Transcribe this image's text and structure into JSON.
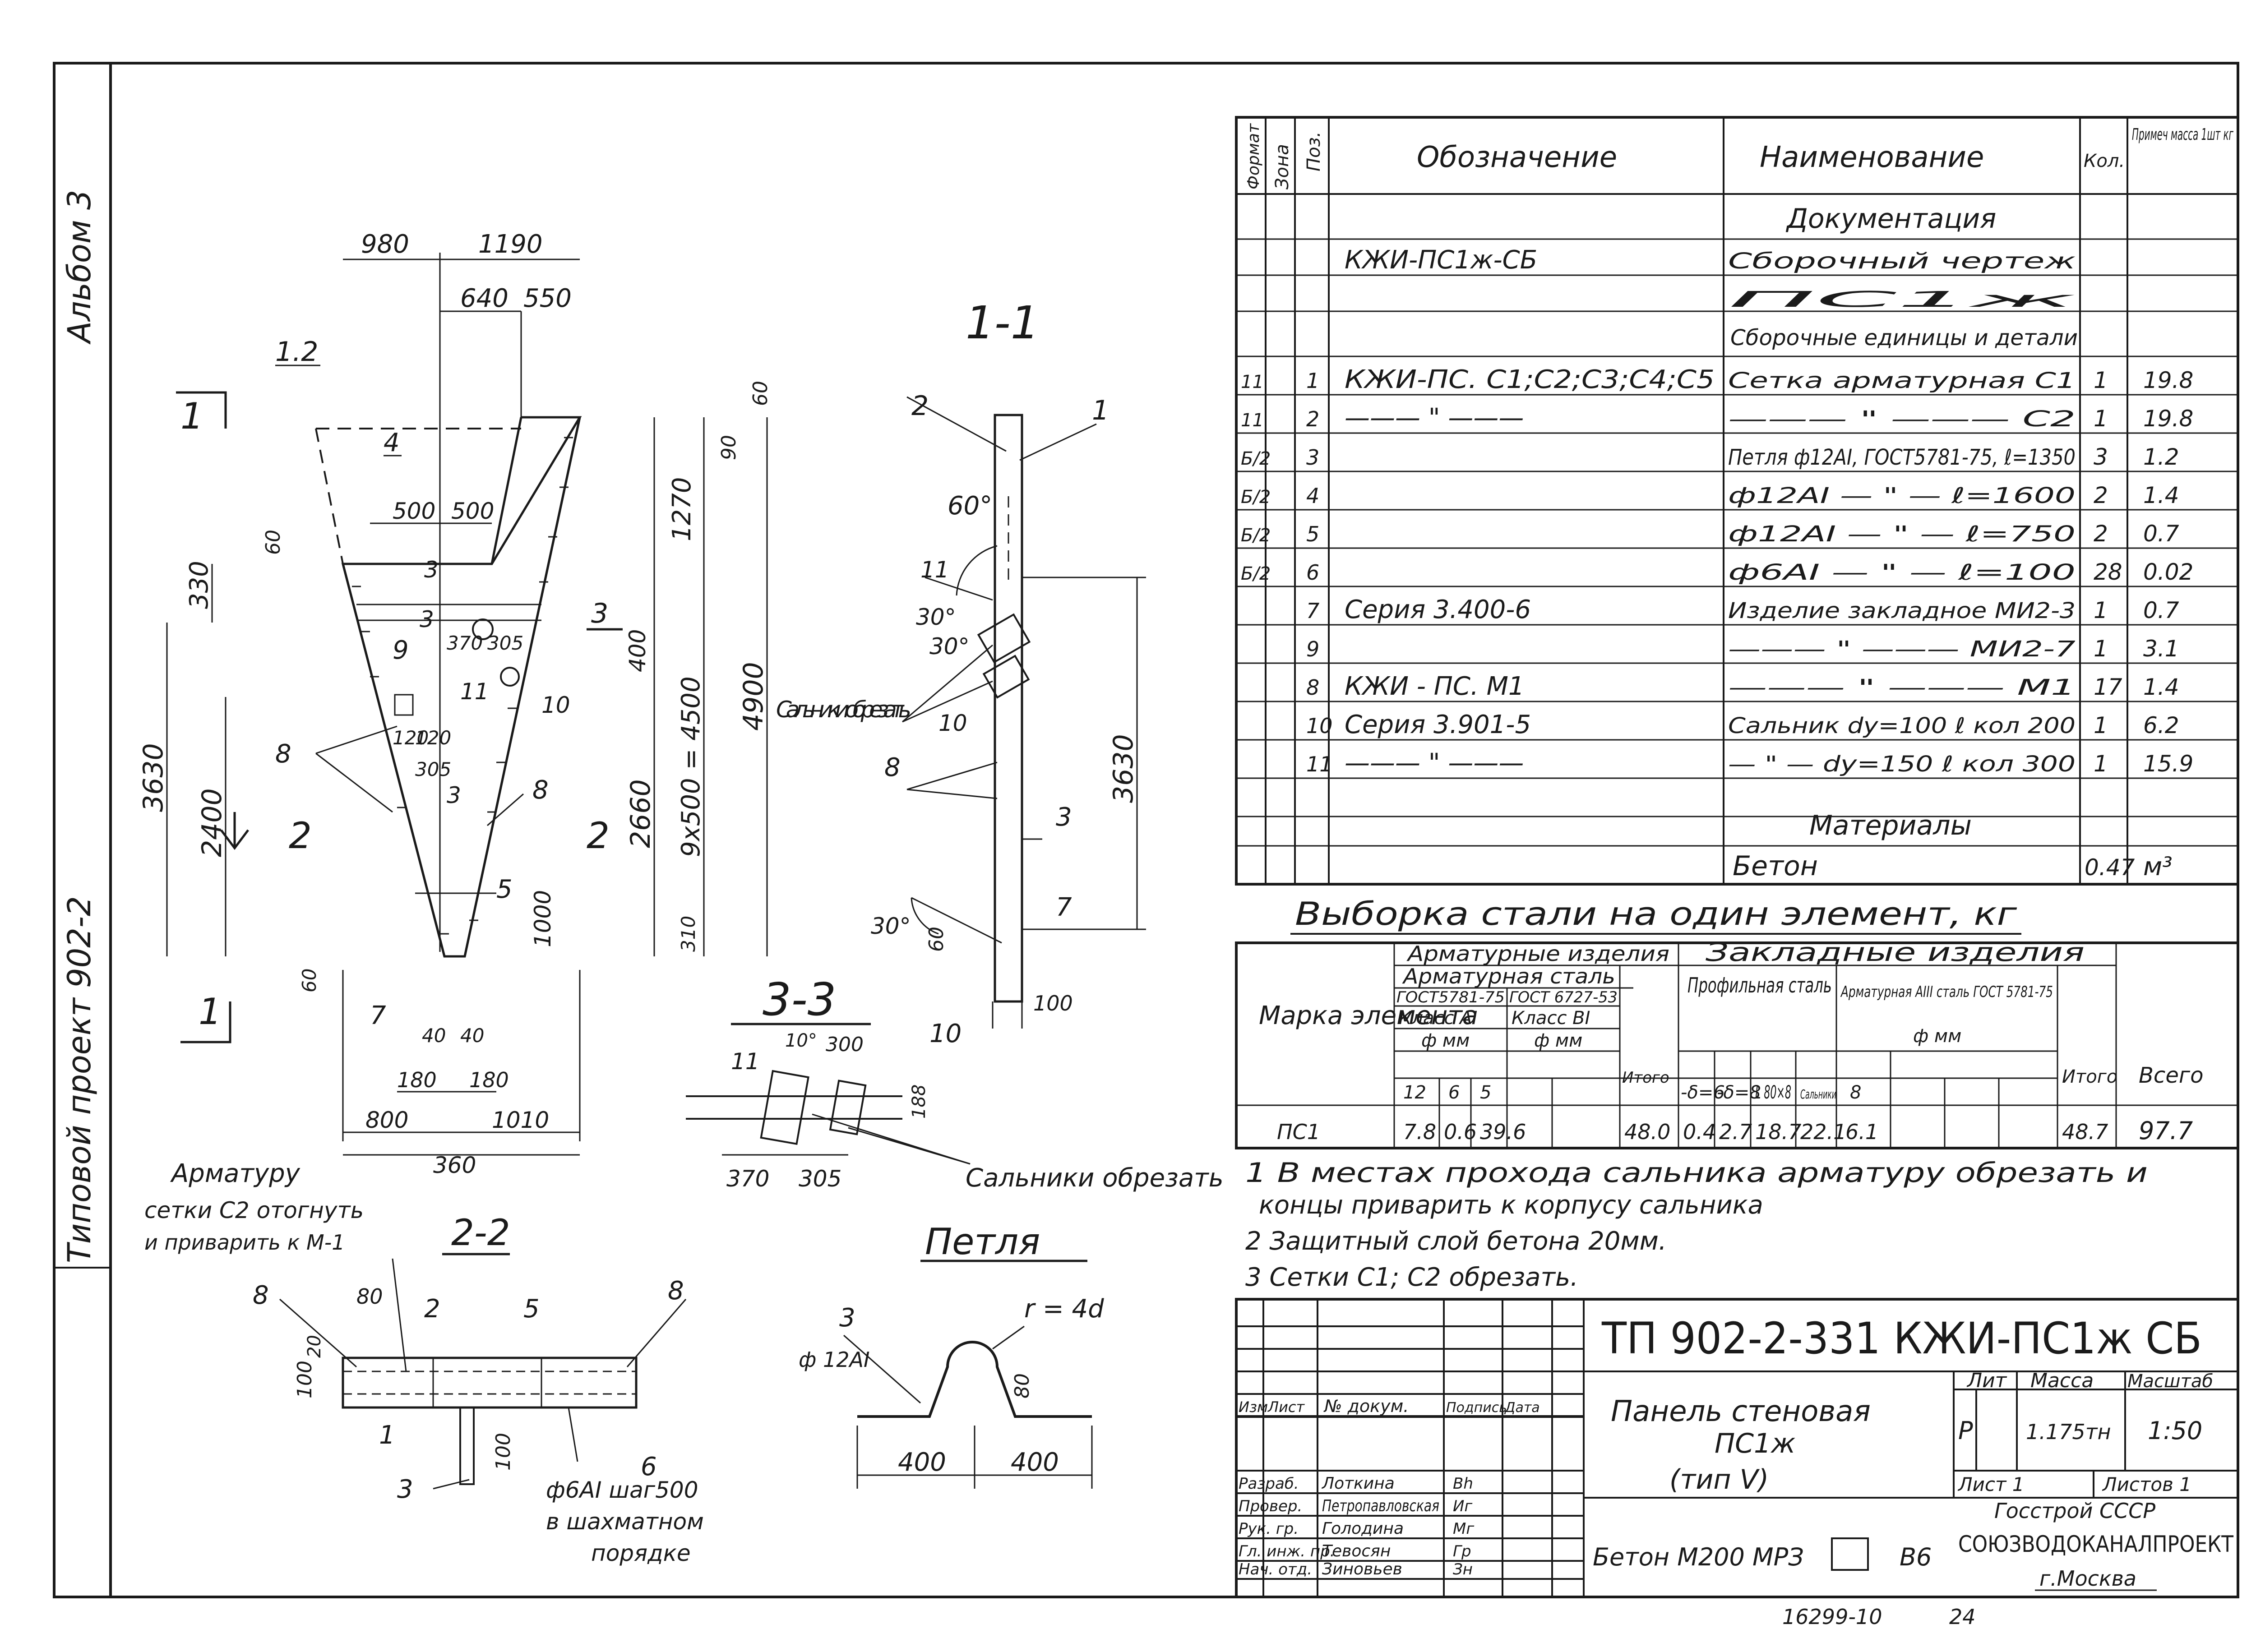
{
  "side_strip": {
    "album": "Альбом 3",
    "project": "Типовой проект 902-2"
  },
  "drawing": {
    "section_1_1": "1-1",
    "section_2_2": "2-2",
    "section_3_3": "3-3",
    "loop_title": "Петля",
    "dims_top": [
      "980",
      "1190",
      "640",
      "550"
    ],
    "dim_500a": "500",
    "dim_500b": "500",
    "dim_60a": "60",
    "dim_60b": "60",
    "dim_60c": "60",
    "dim_60d": "60",
    "dim_90": "90",
    "dim_1270": "1270",
    "dim_330": "330",
    "dim_370": "370",
    "dim_305a": "305",
    "dim_305b": "305",
    "dim_400": "400",
    "dim_9x500": "9x500 = 4500",
    "dim_4900": "4900",
    "dim_3630a": "3630",
    "dim_3630b": "3630",
    "dim_2400": "2400",
    "dim_2660": "2660",
    "dim_120a": "120",
    "dim_120b": "120",
    "dim_1000": "1000",
    "dim_310": "310",
    "dim_40a": "40",
    "dim_40b": "40",
    "dim_180a": "180",
    "dim_180b": "180",
    "dim_800": "800",
    "dim_1010": "1010",
    "dim_360": "360",
    "dim_100a": "100",
    "angle_60": "60°",
    "angle_30a": "30°",
    "angle_30b": "30°",
    "angle_30c": "30°",
    "marks": {
      "m12": "1.2",
      "m1": "1",
      "m2": "2",
      "m3": "3",
      "m3b": "3",
      "m4": "4",
      "m5": "5",
      "m7": "7",
      "m8": "8",
      "m9": "9",
      "m10": "10",
      "m11": "11",
      "s1": "1",
      "s1b": "1",
      "s2": "2",
      "s2b": "2",
      "s3": "3"
    },
    "sec11": {
      "l2": "2",
      "l1": "1",
      "l11": "11",
      "l10": "10",
      "l8": "8",
      "l3": "3",
      "l7": "7"
    },
    "salniki": "Сальники обрезать",
    "salniki2": "Сальники обрезать",
    "sec33": {
      "l11": "11",
      "l10": "10",
      "d10": "10°",
      "d300": "300",
      "d370": "370",
      "d305": "305",
      "d188": "188"
    },
    "armaturu_note": [
      "Арматуру",
      "сетки С2 отогнуть",
      "и приварить к М-1"
    ],
    "sec22": {
      "l8a": "8",
      "l8b": "8",
      "l80": "80",
      "l2": "2",
      "l5": "5",
      "l20": "20",
      "l100": "100",
      "l1": "1",
      "l3": "3",
      "l100b": "100",
      "l6": "6",
      "note1": "ф6АI шаг500",
      "note2": "в шахматном",
      "note3": "порядке"
    },
    "loop": {
      "l3": "3",
      "steel": "ф 12АI",
      "r": "r = 4d",
      "d80": "80",
      "d400a": "400",
      "d400b": "400"
    }
  },
  "spec_table": {
    "headers": {
      "format": "Формат",
      "zone": "Зона",
      "poz": "Поз.",
      "oboz": "Обозначение",
      "naim": "Наименование",
      "kol": "Кол.",
      "prim": "Примеч масса 1шт кг"
    },
    "section_docs": "Документация",
    "section_units": "Сборочные единицы и детали",
    "section_materials": "Материалы",
    "rows": [
      {
        "format": "",
        "zone": "",
        "poz": "",
        "oboz": "КЖИ-ПС1ж-СБ",
        "naim": "Сборочный чертеж",
        "kol": "",
        "prim": ""
      },
      {
        "format": "",
        "zone": "",
        "poz": "",
        "oboz": "",
        "naim": "ПС1ж",
        "kol": "",
        "prim": ""
      },
      {
        "format": "11",
        "zone": "",
        "poz": "1",
        "oboz": "КЖИ-ПС. С1;С2;С3;С4;С5",
        "naim": "Сетка арматурная     С1",
        "kol": "1",
        "prim": "19.8"
      },
      {
        "format": "11",
        "zone": "",
        "poz": "2",
        "oboz": "——— \" ———",
        "naim": "——— \" ———     С2",
        "kol": "1",
        "prim": "19.8"
      },
      {
        "format": "Б/2",
        "zone": "",
        "poz": "3",
        "oboz": "",
        "naim": "Петля ф12АI, ГОСТ5781-75, ℓ=1350",
        "kol": "3",
        "prim": "1.2"
      },
      {
        "format": "Б/2",
        "zone": "",
        "poz": "4",
        "oboz": "",
        "naim": "ф12АI — \" — ℓ=1600",
        "kol": "2",
        "prim": "1.4"
      },
      {
        "format": "Б/2",
        "zone": "",
        "poz": "5",
        "oboz": "",
        "naim": "ф12АI — \" — ℓ=750",
        "kol": "2",
        "prim": "0.7"
      },
      {
        "format": "Б/2",
        "zone": "",
        "poz": "6",
        "oboz": "",
        "naim": "ф6АI — \" — ℓ=100",
        "kol": "28",
        "prim": "0.02"
      },
      {
        "format": "",
        "zone": "",
        "poz": "7",
        "oboz": "Серия  3.400-6",
        "naim": "Изделие закладное МИ2-3",
        "kol": "1",
        "prim": "0.7"
      },
      {
        "format": "",
        "zone": "",
        "poz": "9",
        "oboz": "",
        "naim": "——— \" ——— МИ2-7",
        "kol": "1",
        "prim": "3.1"
      },
      {
        "format": "",
        "zone": "",
        "poz": "8",
        "oboz": "КЖИ - ПС. М1",
        "naim": "——— \" ——— М1",
        "kol": "17",
        "prim": "1.4"
      },
      {
        "format": "",
        "zone": "",
        "poz": "10",
        "oboz": "Серия  3.901-5",
        "naim": "Сальник dy=100 ℓ кол 200",
        "kol": "1",
        "prim": "6.2"
      },
      {
        "format": "",
        "zone": "",
        "poz": "11",
        "oboz": "——— \" ———",
        "naim": "— \" — dy=150 ℓ кол 300",
        "kol": "1",
        "prim": "15.9"
      }
    ],
    "concrete": {
      "naim": "Бетон",
      "kol": "0.47",
      "prim": "м³"
    }
  },
  "steel_table": {
    "title": "Выборка стали на один элемент, кг",
    "h_marka": "Марка элемента",
    "h_arm_izd": "Арматурные изделия",
    "h_arm_stal": "Арматурная сталь",
    "h_gost1": "ГОСТ5781-75",
    "h_gost2": "ГОСТ 6727-53",
    "h_klass1": "Класс АI",
    "h_klass2": "Класс ВI",
    "h_fmm1": "ф мм",
    "h_fmm2": "ф мм",
    "h_itogo1": "Итого",
    "h_zakl": "Закладные изделия",
    "h_prof": "Профильная сталь",
    "h_armAIII": "Арматурная АIII сталь ГОСТ 5781-75",
    "h_fmm3": "ф мм",
    "h_itogo2": "Итого",
    "h_vsego": "Всего",
    "sub_headers": [
      "12",
      "6",
      "5",
      "",
      "-δ=6",
      "-δ=8",
      "L 80×8",
      "Сальники",
      "8",
      "",
      ""
    ],
    "row": {
      "marka": "ПС1",
      "v12": "7.8",
      "v6": "0.6",
      "v5": "39.6",
      "itogo1": "48.0",
      "d6": "0.4",
      "d8": "2.7",
      "l80": "18.7",
      "salniki": "22.1",
      "v8": "6.1",
      "itogo2": "48.7",
      "vsego": "97.7"
    }
  },
  "notes": [
    "1 В местах прохода сальника арматуру обрезать и",
    "концы приварить к корпусу сальника",
    "2 Защитный слой бетона 20мм.",
    "3 Сетки С1; С2 обрезать."
  ],
  "title_block": {
    "code": "ТП 902-2-331 КЖИ-ПС1ж СБ",
    "name": [
      "Панель стеновая",
      "ПС1ж",
      "(тип V)"
    ],
    "concrete": "Бетон М200 МРЗ",
    "b6": "В6",
    "lit_h": "Лит",
    "mass_h": "Масса",
    "scale_h": "Масштаб",
    "lit": "Р",
    "mass": "1.175тн",
    "scale": "1:50",
    "sheet": "Лист 1",
    "sheets": "Листов 1",
    "org": [
      "Госстрой СССР",
      "СОЮЗВОДОКАНАЛПРОЕКТ",
      "г.Москва"
    ],
    "stamp_headers": [
      "Изм",
      "Лист",
      "№ докум.",
      "Подпись",
      "Дата"
    ],
    "roles": [
      {
        "role": "Разраб.",
        "name": "Лоткина",
        "sign": "Bh"
      },
      {
        "role": "Провер.",
        "name": "Петропавловская",
        "sign": "Иг"
      },
      {
        "role": "Рук. гр.",
        "name": "Голодина",
        "sign": "Мг"
      },
      {
        "role": "Гл. инж. пр.",
        "name": "Тевосян",
        "sign": "Гр"
      },
      {
        "role": "Нач. отд.",
        "name": "Зиновьев",
        "sign": "Зн"
      }
    ],
    "inv": "16299-10",
    "page": "24"
  }
}
